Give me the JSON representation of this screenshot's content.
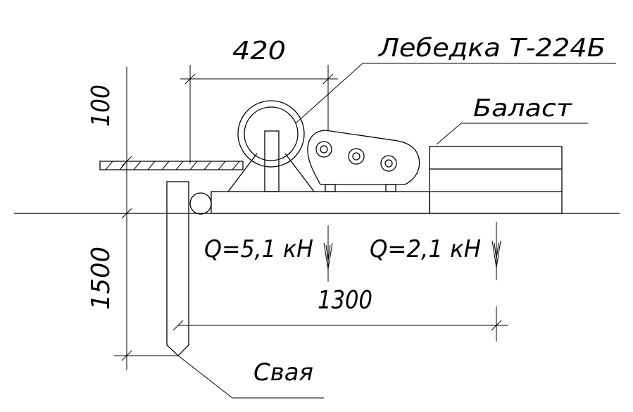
{
  "labels": {
    "dim_top": "420",
    "dim_height": "100",
    "dim_depth": "1500",
    "dim_span": "1300",
    "winch": "Лебедка Т-224Б",
    "ballast": "Баласт",
    "pile": "Свая",
    "load_left": "Q=5,1 кН",
    "load_right": "Q=2,1 кН"
  }
}
